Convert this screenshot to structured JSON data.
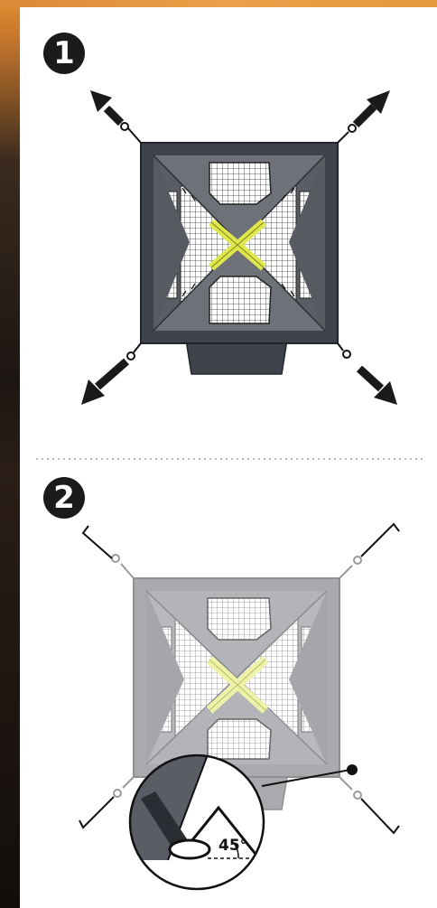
{
  "steps": [
    {
      "number": "1"
    },
    {
      "number": "2"
    }
  ],
  "detail": {
    "angle_label": "45°"
  },
  "colors": {
    "tent_dark": "#3e434b",
    "tent_mid": "#7b7e83",
    "tent_light": "#a9aaad",
    "pole_yellow": "#dfe84a",
    "pole_yellow_faded": "#eef2a8",
    "arrow": "#1a1a1a",
    "divider": "#b9b9b9"
  }
}
